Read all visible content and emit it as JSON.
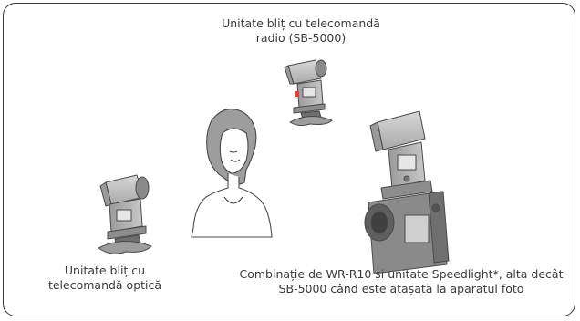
{
  "captions": {
    "top": {
      "line1": "Unitate bliț cu telecomandă",
      "line2": "radio (SB-5000)"
    },
    "left": {
      "line1": "Unitate bliț cu",
      "line2": "telecomandă optică"
    },
    "right": {
      "line1": "Combinație de WR-R10 și unitate Speedlight*, alta decât",
      "line2": "SB-5000 când este atașată la aparatul foto"
    }
  },
  "colors": {
    "outline": "#4a4a4a",
    "device_gray": "#c9c9c9",
    "device_dark": "#7a7a7a",
    "screen": "#e6e6e6"
  }
}
